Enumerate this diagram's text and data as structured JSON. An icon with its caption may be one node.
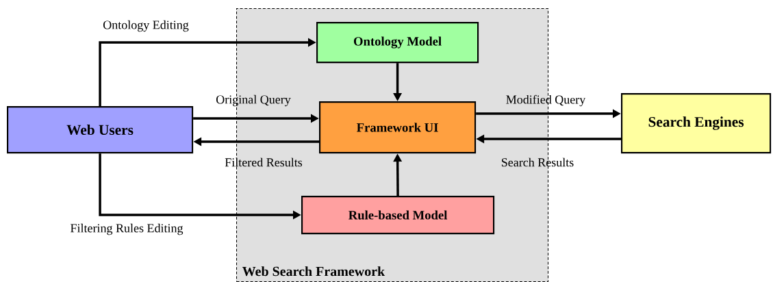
{
  "diagram": {
    "nodes": [
      {
        "text": [
          "Web Search Framework"
        ]
      },
      {
        "text": [
          "Ontology Model"
        ],
        "in": 0
      },
      {
        "text": [
          "Web Users"
        ]
      },
      {
        "text": [
          "Framework UI"
        ],
        "in": 0
      },
      {
        "text": [
          "Search Engines"
        ]
      },
      {
        "text": [
          "Rule-based Model"
        ],
        "in": 0
      }
    ],
    "edges": [
      {
        "from": 2,
        "to": 1,
        "arrow": "to",
        "label": "Ontology Editing"
      },
      {
        "from": 2,
        "to": 3,
        "arrow": "to",
        "label": "Original Query"
      },
      {
        "from": 3,
        "to": 2,
        "arrow": "to",
        "label": "Filtered Results"
      },
      {
        "from": 3,
        "to": 4,
        "arrow": "to",
        "label": "Modified Query"
      },
      {
        "from": 4,
        "to": 3,
        "arrow": "to",
        "label": "Search Results"
      },
      {
        "from": 1,
        "to": 3,
        "arrow": "to"
      },
      {
        "from": 5,
        "to": 3,
        "arrow": "to"
      },
      {
        "from": 2,
        "to": 5,
        "arrow": "to",
        "label": "Filtering Rules Editing"
      }
    ]
  }
}
